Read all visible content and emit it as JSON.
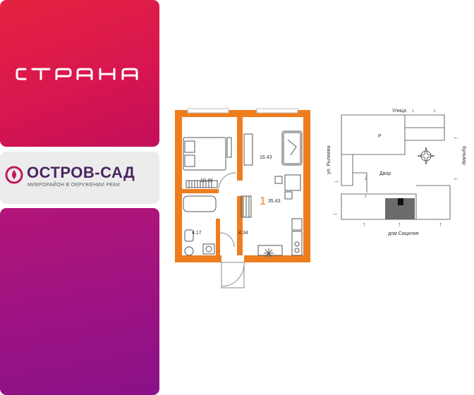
{
  "brand": {
    "logo_text": "страна"
  },
  "project": {
    "title": "ОСТРОВ-САД",
    "subtitle": "МИКРОРАЙОН В ОКРУЖЕНИИ РЕКИ"
  },
  "floorplan": {
    "rooms_count": "1",
    "total_area": "35.43",
    "bedroom_area": "10.49",
    "living_area": "16.43",
    "bath_area": "4.17",
    "hall_area": "4.34"
  },
  "siteplan": {
    "street_top": "Улица",
    "street_left": "ул. Рылеева",
    "street_right": "Бульвар",
    "yard": "Двор",
    "parking": "P",
    "house": "дом Сицилия"
  },
  "colors": {
    "wall": "#ee7d1e",
    "brand_red": "#e4233f",
    "purple": "#9a1283"
  }
}
